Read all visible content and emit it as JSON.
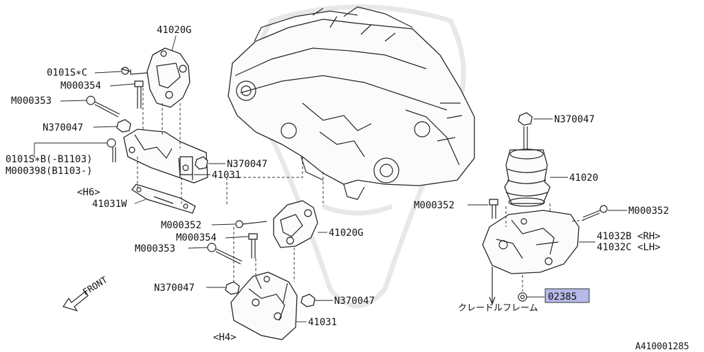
{
  "diagram": {
    "drawing_number": "A410001285",
    "front_indicator": "FRONT",
    "labels": {
      "l_41020G_top": "41020G",
      "l_0101SC": "0101S∗C",
      "l_M000354_top": "M000354",
      "l_M000353_top": "M000353",
      "l_N370047_left": "N370047",
      "l_0101SB": "0101S∗B(-B1103)",
      "l_M000398": "M000398(B1103-)",
      "l_N370047_mid": "N370047",
      "l_41031_top": "41031",
      "l_H6": "<H6>",
      "l_41031W": "41031W",
      "l_M000352_mid": "M000352",
      "l_41020G_mid": "41020G",
      "l_M000354_mid": "M000354",
      "l_M000353_mid": "M000353",
      "l_N370047_low": "N370047",
      "l_N370047_low2": "N370047",
      "l_41031_low": "41031",
      "l_H4": "<H4>",
      "l_N370047_right": "N370047",
      "l_41020": "41020",
      "l_M000352_right": "M000352",
      "l_M000352_far": "M000352",
      "l_41032B": "41032B <RH>",
      "l_41032C": "41032C <LH>",
      "l_02385": "02385",
      "l_cradle": "クレードルフレーム"
    }
  }
}
